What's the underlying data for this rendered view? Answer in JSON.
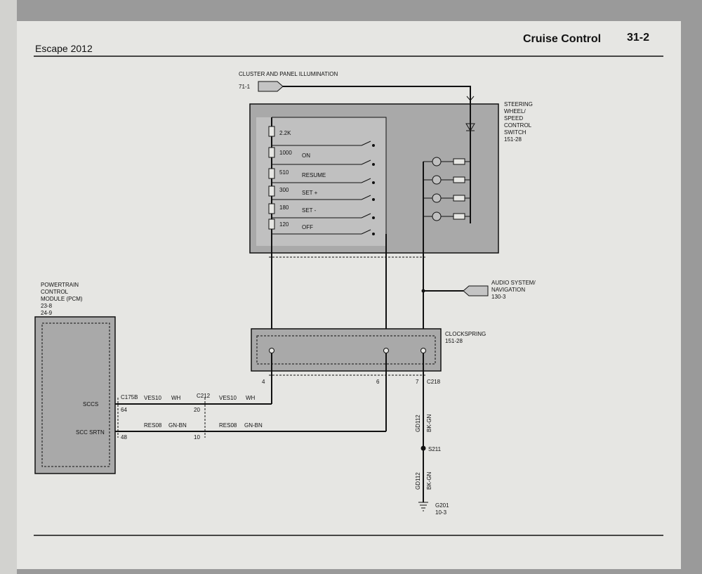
{
  "header": {
    "model": "Escape 2012",
    "section_title": "Cruise Control",
    "page_number": "31-2"
  },
  "switch": {
    "label_lines": [
      "STEERING",
      "WHEEL/",
      "SPEED",
      "CONTROL",
      "SWITCH",
      "151-28"
    ],
    "resistors": [
      {
        "value": "2.2K",
        "function": ""
      },
      {
        "value": "1000",
        "function": "ON"
      },
      {
        "value": "510",
        "function": "RESUME"
      },
      {
        "value": "300",
        "function": "SET +"
      },
      {
        "value": "180",
        "function": "SET -"
      },
      {
        "value": "120",
        "function": "OFF"
      }
    ]
  },
  "illumination": {
    "label": "CLUSTER AND PANEL ILLUMINATION",
    "ref": "71-1"
  },
  "audio": {
    "label_lines": [
      "AUDIO SYSTEM/",
      "NAVIGATION",
      "130-3"
    ]
  },
  "pcm": {
    "label_lines": [
      "POWERTRAIN",
      "CONTROL",
      "MODULE (PCM)",
      "23-8",
      "24-9"
    ],
    "pins": [
      "SCCS",
      "SCC SRTN"
    ]
  },
  "clockspring": {
    "label": "CLOCKSPRING",
    "ref": "151-28",
    "pins": [
      "4",
      "6",
      "7"
    ],
    "connector": "C218"
  },
  "connectors": {
    "c175b": {
      "name": "C175B",
      "pins": [
        "64",
        "48"
      ]
    },
    "c212": {
      "name": "C212",
      "pins": [
        "20",
        "10"
      ]
    }
  },
  "wires": {
    "ves10": {
      "circuit": "VES10",
      "color": "WH"
    },
    "res08": {
      "circuit": "RES08",
      "color": "GN-BN"
    },
    "gd112": {
      "circuit": "GD112",
      "color": "BK-GN"
    }
  },
  "splice": "S211",
  "ground": {
    "name": "G201",
    "ref": "10-3"
  }
}
